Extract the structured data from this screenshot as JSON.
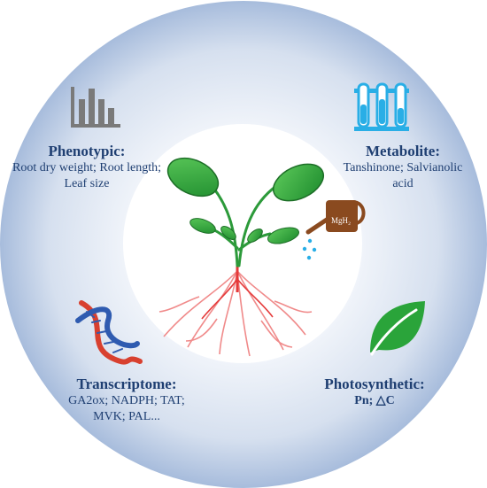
{
  "quadrants": {
    "phenotypic": {
      "title": "Phenotypic:",
      "body": "Root dry weight; Root length; Leaf size"
    },
    "metabolite": {
      "title": "Metabolite:",
      "body": "Tanshinone; Salvianolic acid"
    },
    "transcriptome": {
      "title": "Transcriptome:",
      "body": "GA2ox; NADPH; TAT; MVK; PAL..."
    },
    "photosynthetic": {
      "title": "Photosynthetic:",
      "body": "Pn; △C"
    }
  },
  "can_label": "MgH₂",
  "icons": [
    "bar-chart-icon",
    "test-tubes-icon",
    "dna-icon",
    "leaf-icon",
    "watering-can-icon"
  ],
  "colors": {
    "ring_outer": "#9fb6d9",
    "ring_inner": "#f4f7fc",
    "title_text": "#1f3f72",
    "bar_icon": "#7a7a7a",
    "tube_icon": "#29aee6",
    "leaf_icon": "#2aa43a",
    "dna_red": "#d8402f",
    "dna_blue": "#2f5bb0",
    "can": "#8a4a1f",
    "roots": "#f08a8a"
  }
}
